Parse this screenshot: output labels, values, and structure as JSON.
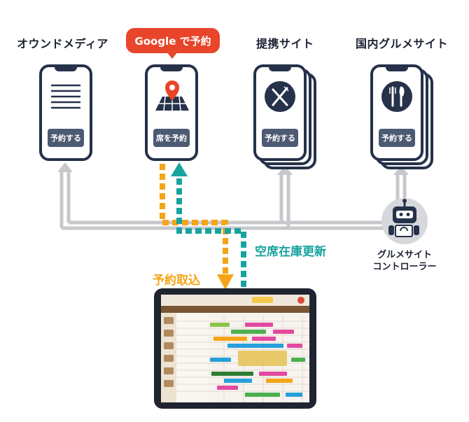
{
  "colors": {
    "navy": "#26314a",
    "gray_arrow": "#c7c8cc",
    "orange": "#f5a417",
    "teal": "#17a3a0",
    "red_pill": "#e8452a"
  },
  "channels": [
    {
      "label": "オウンドメディア",
      "button": "予約する",
      "icon": "document-lines-icon"
    },
    {
      "label": "Google で予約",
      "button": "席を予約",
      "icon": "map-pin-icon"
    },
    {
      "label": "提携サイト",
      "button": "予約する",
      "icon": "fork-knife-icon"
    },
    {
      "label": "国内グルメサイト",
      "button": "予約する",
      "icon": "fork-knife-icon"
    }
  ],
  "flows": {
    "import_label": "予約取込",
    "update_label": "空席在庫更新"
  },
  "controller": {
    "label_line1": "グルメサイト",
    "label_line2": "コントローラー",
    "icon": "robot-icon"
  },
  "tablet": {
    "icon": "tablet-icon",
    "description": "reservation-ledger-screen"
  }
}
